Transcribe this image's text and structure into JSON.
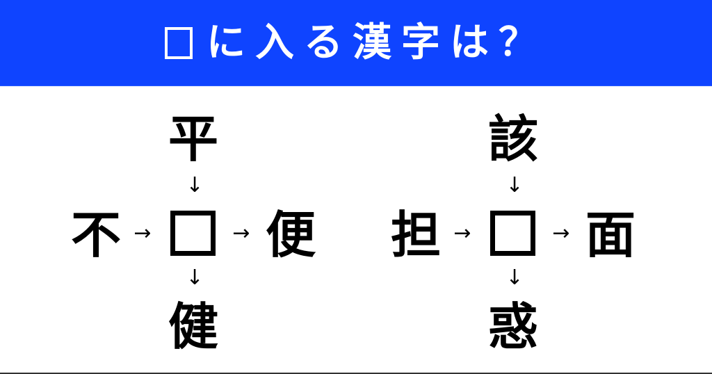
{
  "header": {
    "title": "に入る漢字は？",
    "title_prefix_box": "□",
    "background_color": "#0F44FF",
    "text_color": "#FFFFFF"
  },
  "puzzles": [
    {
      "top": "平",
      "left": "不",
      "right": "便",
      "bottom": "健",
      "blank": "□",
      "arrow_down": "↓",
      "arrow_right": "→"
    },
    {
      "top": "該",
      "left": "担",
      "right": "面",
      "bottom": "惑",
      "blank": "□",
      "arrow_down": "↓",
      "arrow_right": "→"
    }
  ]
}
